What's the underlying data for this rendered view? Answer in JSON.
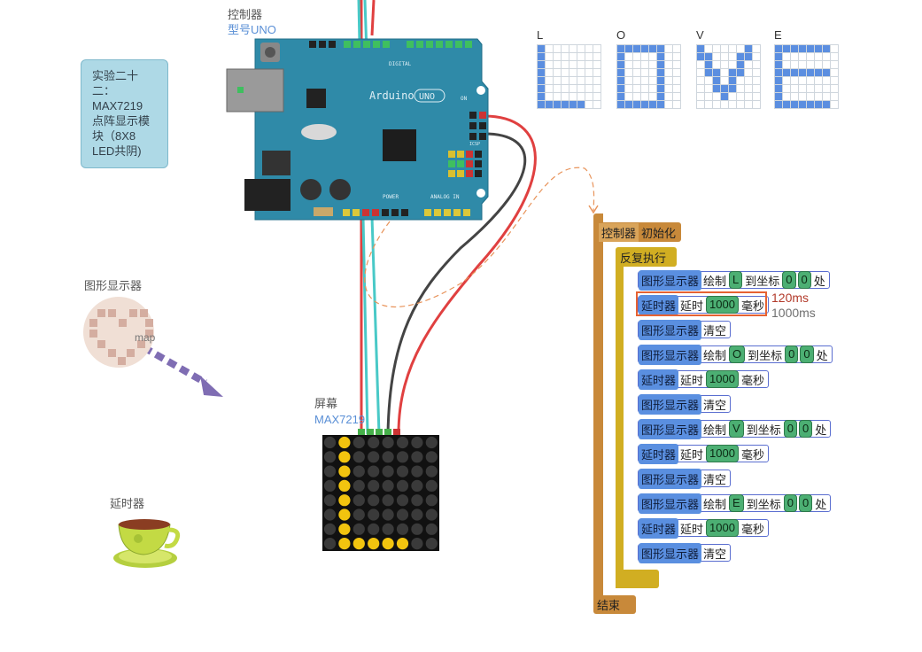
{
  "note": {
    "lines": [
      "实验二十",
      "二：",
      "MAX7219",
      "点阵显示模",
      "块（8X8",
      "LED共阴)"
    ]
  },
  "controller": {
    "title": "控制器",
    "subtitle": "型号UNO"
  },
  "graphic_display": {
    "title": "图形显示器",
    "map_label": "map"
  },
  "timer_device": {
    "title": "延时器"
  },
  "screen": {
    "title": "屏幕",
    "subtitle": "MAX7219"
  },
  "patterns": [
    {
      "letter": "L",
      "rows": [
        "10000000",
        "10000000",
        "10000000",
        "10000000",
        "10000000",
        "10000000",
        "10000000",
        "11111100"
      ]
    },
    {
      "letter": "O",
      "rows": [
        "11111100",
        "10000100",
        "10000100",
        "10000100",
        "10000100",
        "10000100",
        "10000100",
        "11111100"
      ]
    },
    {
      "letter": "V",
      "rows": [
        "10000010",
        "11000110",
        "01000100",
        "01101100",
        "00101000",
        "00111000",
        "00010000",
        "00000000"
      ]
    },
    {
      "letter": "E",
      "rows": [
        "11111110",
        "10000000",
        "10000000",
        "11111110",
        "10000000",
        "10000000",
        "10000000",
        "11111110"
      ]
    }
  ],
  "matrix_display": {
    "rows": [
      "01000000",
      "01000000",
      "01000000",
      "01000000",
      "01000000",
      "01000000",
      "01000000",
      "01111100"
    ],
    "on_color": "#f2c40f",
    "off_color": "#3a3a3a"
  },
  "board": {
    "brand": "Arduino",
    "model": "UNO",
    "labels": {
      "digital": "DIGITAL",
      "power": "POWER",
      "analog": "ANALOG IN",
      "icsp": "ICSP",
      "on": "ON"
    }
  },
  "program": {
    "init_block": {
      "device": "控制器",
      "action": "初始化"
    },
    "loop": {
      "label": "反复执行"
    },
    "statements": [
      {
        "device": "图形显示器",
        "action": "绘制",
        "letter": "L",
        "coord_label": "到坐标",
        "x": "0",
        "y": "0",
        "suffix": "处"
      },
      {
        "device": "延时器",
        "action": "延时",
        "value": "1000",
        "unit": "毫秒"
      },
      {
        "device": "图形显示器",
        "action": "清空"
      },
      {
        "device": "图形显示器",
        "action": "绘制",
        "letter": "O",
        "coord_label": "到坐标",
        "x": "0",
        "y": "0",
        "suffix": "处"
      },
      {
        "device": "延时器",
        "action": "延时",
        "value": "1000",
        "unit": "毫秒"
      },
      {
        "device": "图形显示器",
        "action": "清空"
      },
      {
        "device": "图形显示器",
        "action": "绘制",
        "letter": "V",
        "coord_label": "到坐标",
        "x": "0",
        "y": "0",
        "suffix": "处"
      },
      {
        "device": "延时器",
        "action": "延时",
        "value": "1000",
        "unit": "毫秒"
      },
      {
        "device": "图形显示器",
        "action": "清空"
      },
      {
        "device": "图形显示器",
        "action": "绘制",
        "letter": "E",
        "coord_label": "到坐标",
        "x": "0",
        "y": "0",
        "suffix": "处"
      },
      {
        "device": "延时器",
        "action": "延时",
        "value": "1000",
        "unit": "毫秒"
      },
      {
        "device": "图形显示器",
        "action": "清空"
      }
    ],
    "end_label": "结束"
  },
  "annotation": {
    "new_value": "120ms",
    "old_value": "1000ms",
    "color_new": "#b23a2a",
    "color_old": "#707070"
  },
  "colors": {
    "note_bg": "#aed9e6",
    "board": "#2f8aa8",
    "wire_red": "#e04040",
    "wire_cyan": "#49c9c7",
    "wire_black": "#444444"
  }
}
